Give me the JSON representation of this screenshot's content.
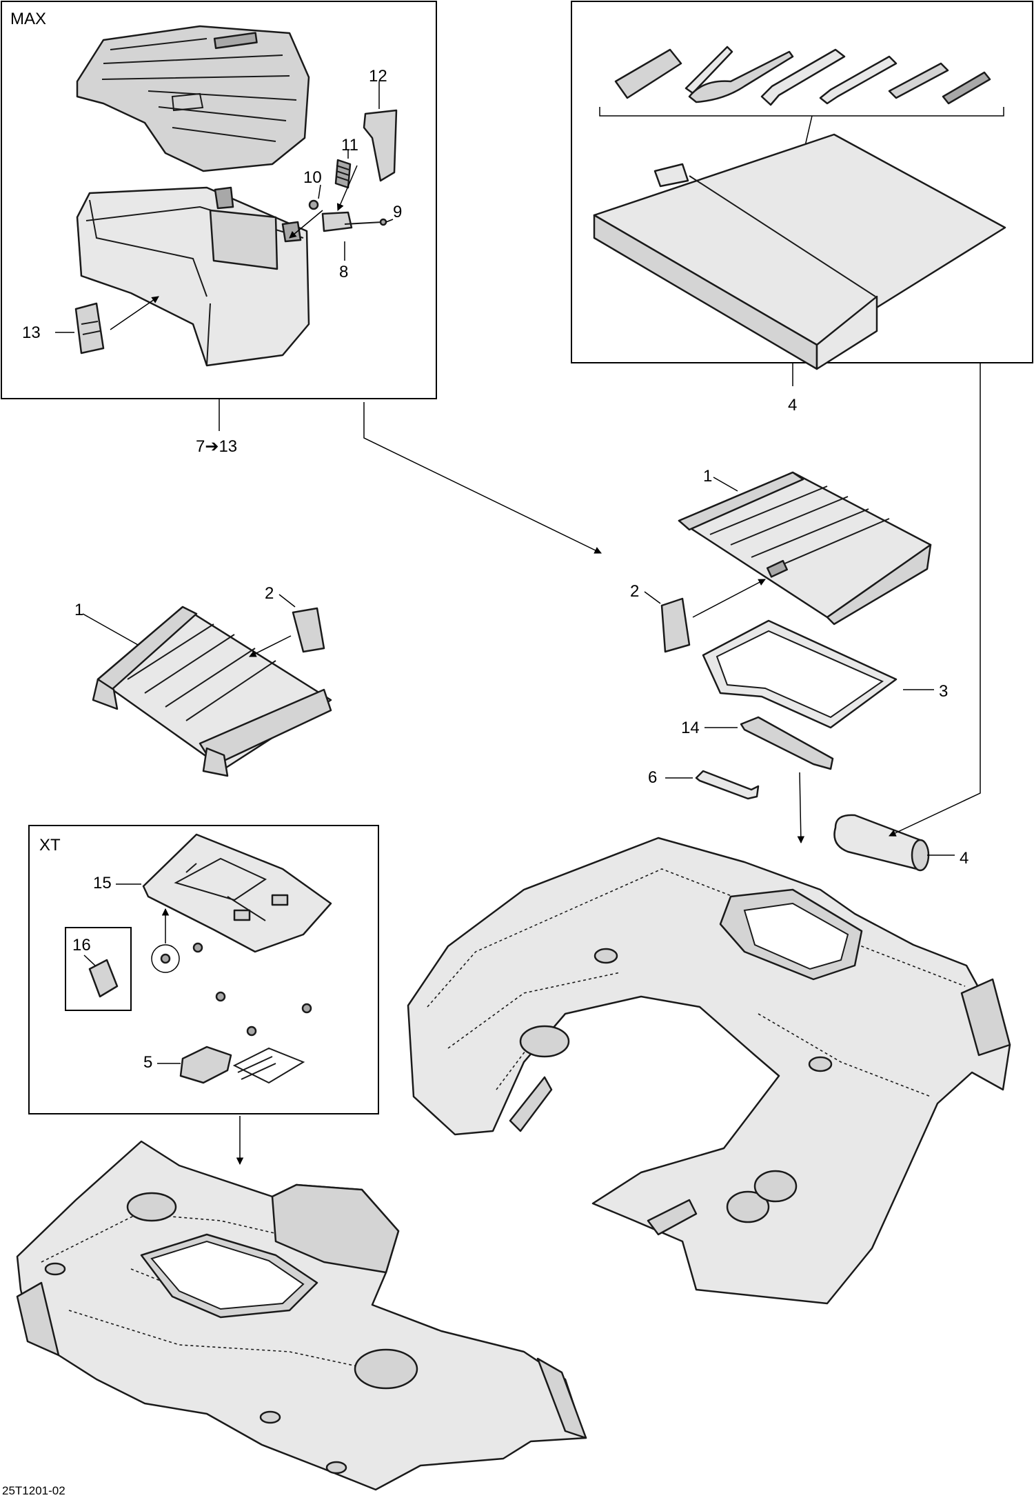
{
  "boxes": {
    "max": "MAX",
    "xt": "XT"
  },
  "callouts": {
    "c1_right": "1",
    "c1_left": "1",
    "c2_right": "2",
    "c2_left": "2",
    "c3": "3",
    "c4_top": "4",
    "c4_right": "4",
    "c5": "5",
    "c6": "6",
    "c7_13": "7➔13",
    "c8": "8",
    "c9": "9",
    "c10": "10",
    "c11": "11",
    "c12": "12",
    "c13": "13",
    "c14": "14",
    "c15": "15",
    "c16": "16"
  },
  "drawing_code": "25T1201-02"
}
